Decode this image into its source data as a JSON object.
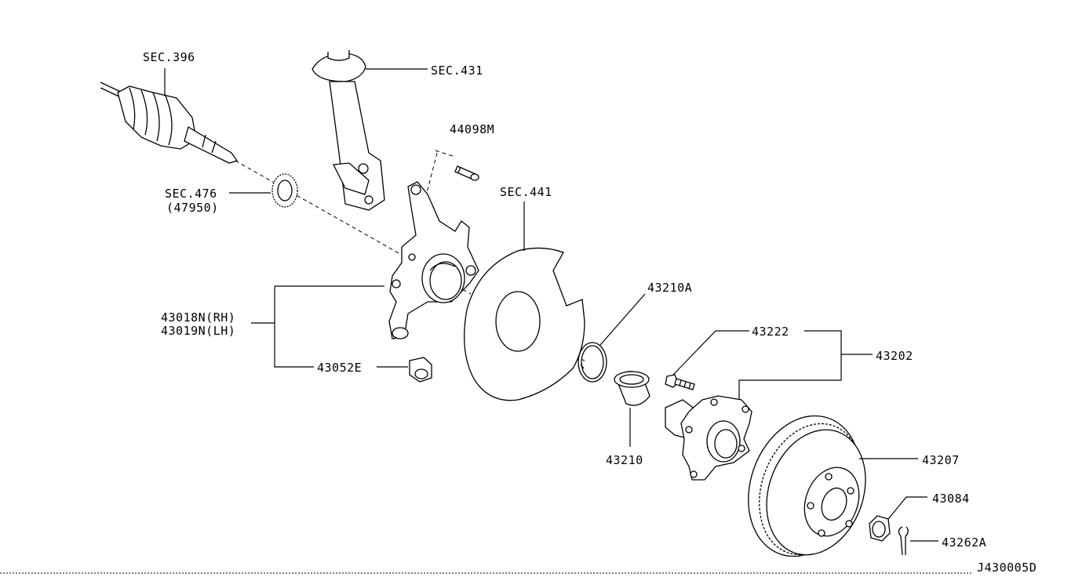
{
  "diagram_id": "J430005D",
  "labels": {
    "sec396": "SEC.396",
    "sec431": "SEC.431",
    "p44098m": "44098M",
    "sec441": "SEC.441",
    "sec476": "SEC.476",
    "p47950": "(47950)",
    "p43018n": "43018N(RH)",
    "p43019n": "43019N(LH)",
    "p43052e": "43052E",
    "p43210a": "43210A",
    "p43210": "43210",
    "p43222": "43222",
    "p43202": "43202",
    "p43207": "43207",
    "p43084": "43084",
    "p43262a": "43262A"
  }
}
